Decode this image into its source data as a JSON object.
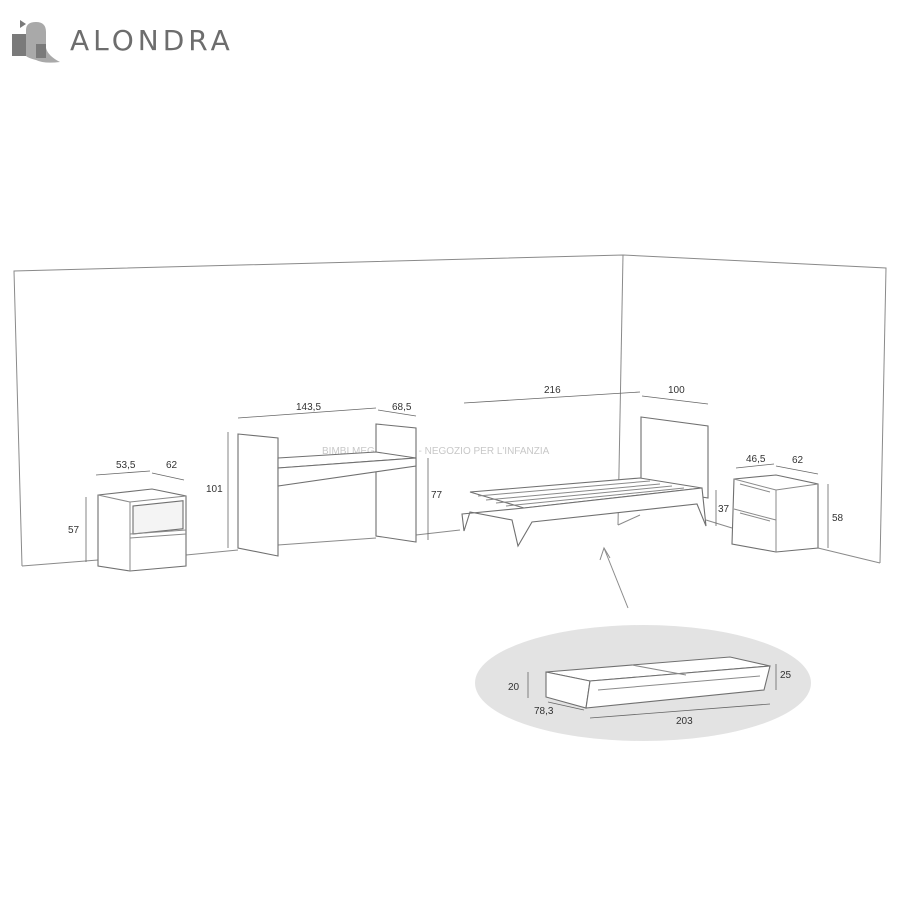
{
  "brand": {
    "name": "ALONDRA",
    "logo_icon": "bird-in-square-icon"
  },
  "watermark": "BIMBI MEGASTORE - NEGOZIO PER L'INFANZIA",
  "furniture": {
    "nightstand_left": {
      "width": "53,5",
      "depth": "62",
      "height": "57"
    },
    "desk": {
      "width": "143,5",
      "depth": "68,5",
      "height_total": "101",
      "height_desk": "77"
    },
    "bed": {
      "length": "216",
      "width": "100",
      "height": "37"
    },
    "nightstand_right": {
      "width": "46,5",
      "depth": "62",
      "height": "58"
    },
    "trundle_drawer": {
      "height_left": "20",
      "depth": "78,3",
      "length": "203",
      "height_right": "25"
    }
  },
  "colors": {
    "line": "#8a8a8a",
    "inset_background": "#e3e3e3",
    "logo": "#6d6d6d"
  }
}
